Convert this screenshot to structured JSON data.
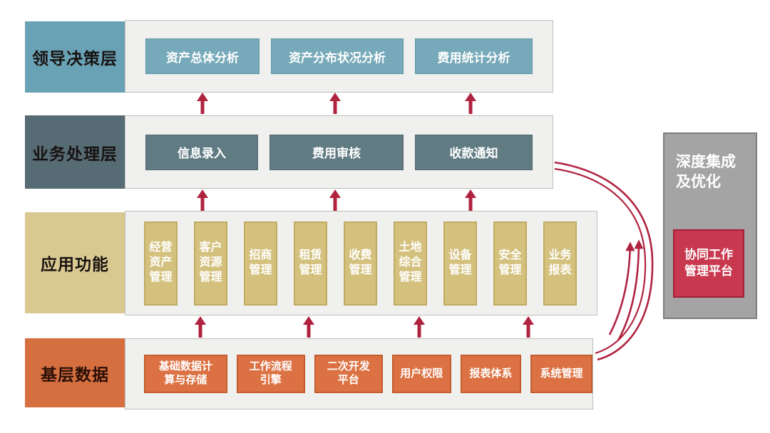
{
  "layers": [
    {
      "name": "领导决策层",
      "boxes": [
        "资产总体分析",
        "资产分布状况分析",
        "费用统计分析"
      ]
    },
    {
      "name": "业务处理层",
      "boxes": [
        "信息录入",
        "费用审核",
        "收款通知"
      ]
    },
    {
      "name": "应用功能",
      "boxes": [
        "经营\n资产\n管理",
        "客户\n资源\n管理",
        "招商\n管理",
        "租赁\n管理",
        "收费\n管理",
        "土地\n综合\n管理",
        "设备\n管理",
        "安全\n管理",
        "业务\n报表"
      ]
    },
    {
      "name": "基层数据",
      "boxes": [
        "基础数据计\n算与存储",
        "工作流程\n引擎",
        "二次开发\n平台",
        "用户权限",
        "报表体系",
        "系统管理"
      ]
    }
  ],
  "side_panel": {
    "title": "深度集成\n及优化",
    "inner_label": "协同工作\n管理平台"
  },
  "colors": {
    "accent_red": "#b0233f",
    "decision_teal": "#76a9b9",
    "process_slate": "#617b83",
    "function_khaki": "#d4c17e",
    "data_orange": "#dc7243",
    "panel_gray": "#a4a4a4",
    "panel_red": "#c8394f",
    "container_gray": "#f0f0ee"
  }
}
